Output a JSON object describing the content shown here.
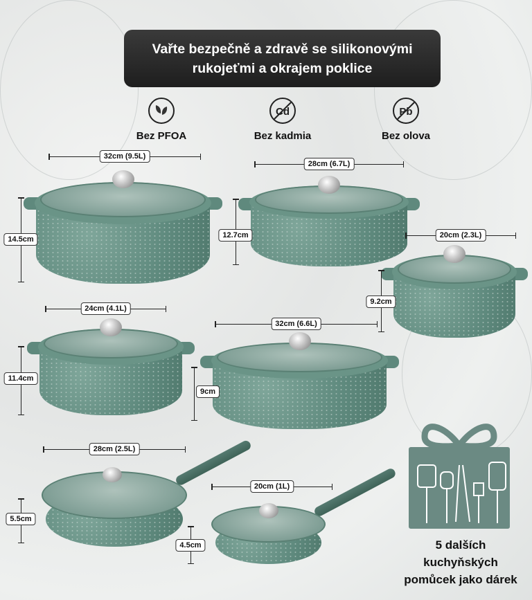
{
  "banner": {
    "line1": "Vařte bezpečně a zdravě se silikonovými",
    "line2": "rukojeťmi a okrajem poklice"
  },
  "features": [
    {
      "icon": "leaf-icon",
      "label": "Bez PFOA"
    },
    {
      "icon": "no-cadmium-icon",
      "symbol": "Cd",
      "label": "Bez kadmia"
    },
    {
      "icon": "no-lead-icon",
      "symbol": "Pb",
      "label": "Bez olova"
    }
  ],
  "cookware": [
    {
      "width": "32cm (9.5L)",
      "height": "14.5cm"
    },
    {
      "width": "28cm (6.7L)",
      "height": "12.7cm"
    },
    {
      "width": "20cm (2.3L)",
      "height": "9.2cm"
    },
    {
      "width": "24cm (4.1L)",
      "height": "11.4cm"
    },
    {
      "width": "32cm (6.6L)",
      "height": "9cm"
    },
    {
      "width": "28cm (2.5L)",
      "height": "5.5cm"
    },
    {
      "width": "20cm (1L)",
      "height": "4.5cm"
    }
  ],
  "gift": {
    "line1": "5 dalších",
    "line2": "kuchyňských",
    "line3": "pomůcek jako dárek",
    "color": "#6b8a83"
  }
}
